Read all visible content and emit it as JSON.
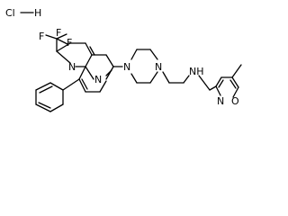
{
  "atom_labels": {
    "hcl_cl": "Cl",
    "hcl_h": "H",
    "f1": "F",
    "f2": "F",
    "f3": "F",
    "n_naph_top": "N",
    "n_naph_bottom": "N",
    "n_pip_left": "N",
    "n_pip_right": "N",
    "nh": "NH",
    "n_isox": "N",
    "o_isox": "O"
  }
}
